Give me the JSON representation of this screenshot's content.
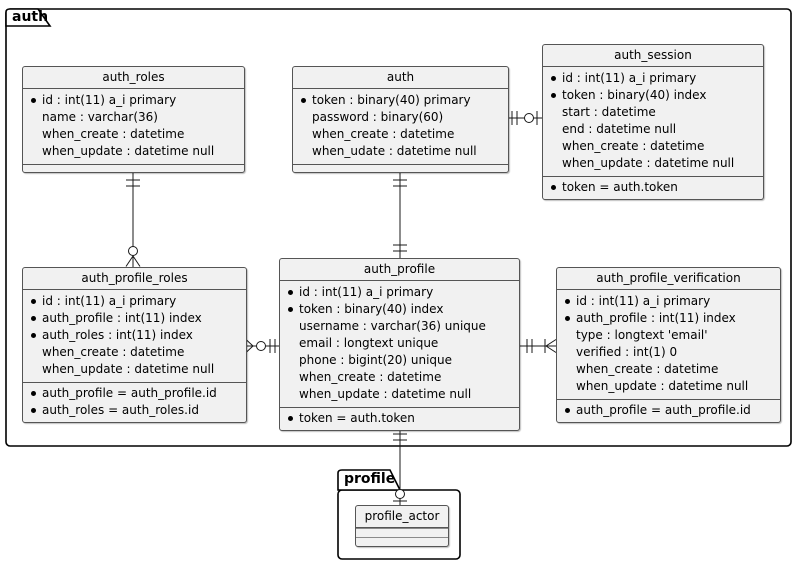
{
  "diagram": {
    "frames": [
      {
        "label": "auth"
      },
      {
        "label": "profile"
      }
    ],
    "entities": [
      {
        "title": "auth_roles",
        "attributes": [
          {
            "bullet": true,
            "text": "id : int(11) a_i primary"
          },
          {
            "bullet": false,
            "text": "name : varchar(36)"
          },
          {
            "bullet": false,
            "text": "when_create : datetime"
          },
          {
            "bullet": false,
            "text": "when_update : datetime null"
          }
        ],
        "keys": []
      },
      {
        "title": "auth",
        "attributes": [
          {
            "bullet": true,
            "text": "token : binary(40) primary"
          },
          {
            "bullet": false,
            "text": "password : binary(60)"
          },
          {
            "bullet": false,
            "text": "when_create : datetime"
          },
          {
            "bullet": false,
            "text": "when_udate : datetime null"
          }
        ],
        "keys": []
      },
      {
        "title": "auth_session",
        "attributes": [
          {
            "bullet": true,
            "text": "id : int(11) a_i primary"
          },
          {
            "bullet": true,
            "text": "token : binary(40) index"
          },
          {
            "bullet": false,
            "text": "start : datetime"
          },
          {
            "bullet": false,
            "text": "end : datetime null"
          },
          {
            "bullet": false,
            "text": "when_create : datetime"
          },
          {
            "bullet": false,
            "text": "when_update : datetime null"
          }
        ],
        "keys": [
          {
            "bullet": true,
            "text": "token = auth.token"
          }
        ]
      },
      {
        "title": "auth_profile_roles",
        "attributes": [
          {
            "bullet": true,
            "text": "id : int(11) a_i primary"
          },
          {
            "bullet": true,
            "text": "auth_profile : int(11) index"
          },
          {
            "bullet": true,
            "text": "auth_roles : int(11) index"
          },
          {
            "bullet": false,
            "text": "when_create : datetime"
          },
          {
            "bullet": false,
            "text": "when_update : datetime null"
          }
        ],
        "keys": [
          {
            "bullet": true,
            "text": "auth_profile = auth_profile.id"
          },
          {
            "bullet": true,
            "text": "auth_roles = auth_roles.id"
          }
        ]
      },
      {
        "title": "auth_profile",
        "attributes": [
          {
            "bullet": true,
            "text": "id : int(11) a_i primary"
          },
          {
            "bullet": true,
            "text": "token : binary(40) index"
          },
          {
            "bullet": false,
            "text": "username : varchar(36) unique"
          },
          {
            "bullet": false,
            "text": "email : longtext unique"
          },
          {
            "bullet": false,
            "text": "phone : bigint(20) unique"
          },
          {
            "bullet": false,
            "text": "when_create : datetime"
          },
          {
            "bullet": false,
            "text": "when_update : datetime null"
          }
        ],
        "keys": [
          {
            "bullet": true,
            "text": "token = auth.token"
          }
        ]
      },
      {
        "title": "auth_profile_verification",
        "attributes": [
          {
            "bullet": true,
            "text": "id : int(11) a_i primary"
          },
          {
            "bullet": true,
            "text": "auth_profile : int(11) index"
          },
          {
            "bullet": false,
            "text": "type : longtext 'email'"
          },
          {
            "bullet": false,
            "text": "verified : int(1) 0"
          },
          {
            "bullet": false,
            "text": "when_create : datetime"
          },
          {
            "bullet": false,
            "text": "when_update : datetime null"
          }
        ],
        "keys": [
          {
            "bullet": true,
            "text": "auth_profile = auth_profile.id"
          }
        ]
      },
      {
        "title": "profile_actor",
        "attributes": [],
        "keys": []
      }
    ],
    "relations": [
      {
        "from": "auth_roles",
        "to": "auth_profile_roles",
        "from_end": "exactly-one",
        "to_end": "zero-or-many"
      },
      {
        "from": "auth",
        "to": "auth_profile",
        "from_end": "exactly-one",
        "to_end": "exactly-one"
      },
      {
        "from": "auth",
        "to": "auth_session",
        "from_end": "exactly-one",
        "to_end": "zero-or-one"
      },
      {
        "from": "auth_profile",
        "to": "auth_profile_roles",
        "from_end": "exactly-one",
        "to_end": "zero-or-many"
      },
      {
        "from": "auth_profile",
        "to": "auth_profile_verification",
        "from_end": "exactly-one",
        "to_end": "one-or-many"
      },
      {
        "from": "auth_profile",
        "to": "profile_actor",
        "from_end": "exactly-one",
        "to_end": "zero-or-one"
      }
    ],
    "colors": {
      "entity_fill": "#f1f1f1",
      "entity_border": "#555555",
      "frame_border": "#000000",
      "relation_line": "#181818"
    }
  }
}
